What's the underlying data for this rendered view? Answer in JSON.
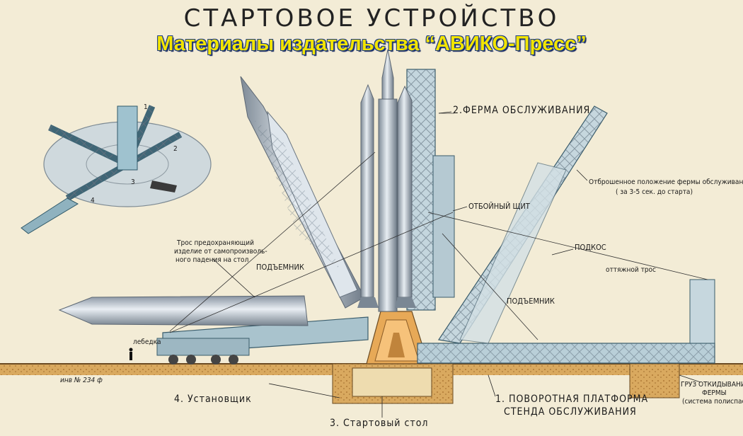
{
  "title": "СТАРТОВОЕ  УСТРОЙСТВО",
  "watermark": "Материалы издательства “АВИКО-Пресс”",
  "labels": {
    "service_tower": "2.ФЕРМА ОБСЛУЖИВАНИЯ",
    "retracted_position_1": "Отброшенное положение фермы обслуживания",
    "retracted_position_2": "( за 3-5 сек. до старта)",
    "blast_shield": "ОТБОЙНЫЙ ЩИТ",
    "safety_cable_1": "Трос предохраняющий",
    "safety_cable_2": "изделие от самопроизволь-",
    "safety_cable_3": "ного падения на стол",
    "lifter_left": "ПОДЪЕМНИК",
    "strut": "ПОДКОС",
    "pullback_cable": "оттяжной трос",
    "lifter_right": "ПОДЪЕМНИК",
    "winch": "лебедка",
    "inventory": "инв № 234 ф",
    "erector": "4. Установщик",
    "platform_1": "1. ПОВОРОТНАЯ ПЛАТФОРМА",
    "platform_2": "СТЕНДА ОБСЛУЖИВАНИЯ",
    "launch_table": "3. Стартовый стол",
    "counterweight_1": "ГРУЗ ОТКИДЫВАНИЯ",
    "counterweight_2": "ФЕРМЫ",
    "counterweight_3": "(система полиспастов)"
  },
  "inset_numbers": [
    "1",
    "2",
    "3",
    "4"
  ]
}
